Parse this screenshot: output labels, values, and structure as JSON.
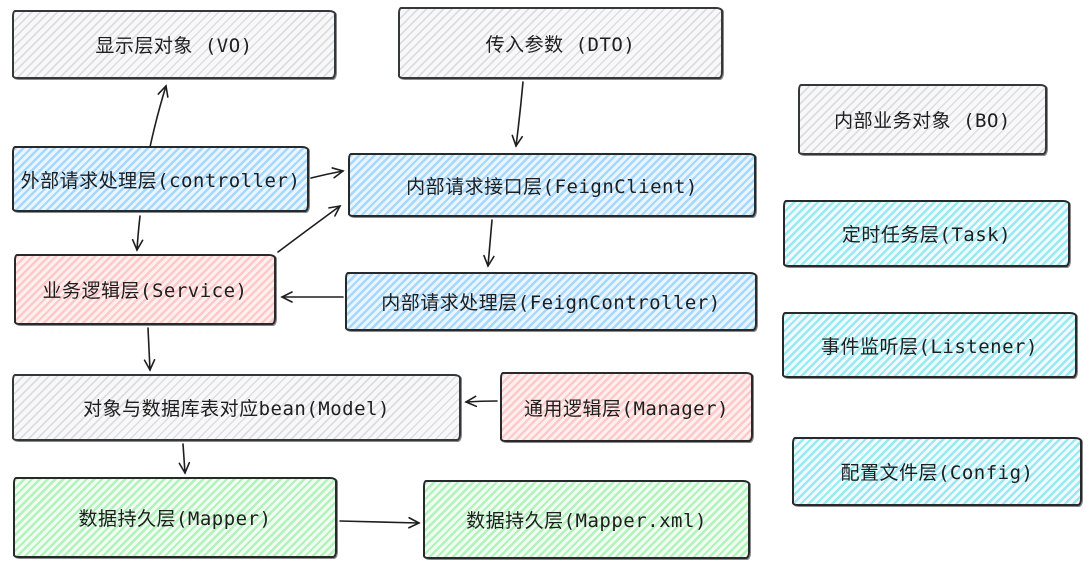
{
  "diagram": {
    "style": "excalidraw-hand-drawn",
    "background_color": "#ffffff",
    "palette": {
      "stroke": "#1e1e1e",
      "gray_fill": "#e9ecef",
      "blue_fill": "#a5d8ff",
      "red_fill": "#ffc9c9",
      "green_fill": "#b2f2bb",
      "cyan_fill": "#99e9f2"
    },
    "nodes": {
      "vo": {
        "label": "显示层对象 (VO)",
        "color": "gray"
      },
      "dto": {
        "label": "传入参数 (DTO)",
        "color": "gray"
      },
      "controller": {
        "label": "外部请求处理层(controller)",
        "color": "blue"
      },
      "feign_client": {
        "label": "内部请求接口层(FeignClient)",
        "color": "blue"
      },
      "service": {
        "label": "业务逻辑层(Service)",
        "color": "red"
      },
      "feign_controller": {
        "label": "内部请求处理层(FeignController)",
        "color": "blue"
      },
      "model": {
        "label": "对象与数据库表对应bean(Model)",
        "color": "gray"
      },
      "manager": {
        "label": "通用逻辑层(Manager)",
        "color": "red"
      },
      "mapper": {
        "label": "数据持久层(Mapper)",
        "color": "green"
      },
      "mapper_xml": {
        "label": "数据持久层(Mapper.xml)",
        "color": "green"
      },
      "bo": {
        "label": "内部业务对象 (BO)",
        "color": "gray"
      },
      "task": {
        "label": "定时任务层(Task)",
        "color": "cyan"
      },
      "listener": {
        "label": "事件监听层(Listener)",
        "color": "cyan"
      },
      "config": {
        "label": "配置文件层(Config)",
        "color": "cyan"
      }
    },
    "edges": [
      {
        "from": "controller",
        "to": "vo"
      },
      {
        "from": "dto",
        "to": "feign_client"
      },
      {
        "from": "controller",
        "to": "feign_client"
      },
      {
        "from": "service",
        "to": "feign_client"
      },
      {
        "from": "feign_client",
        "to": "feign_controller"
      },
      {
        "from": "feign_controller",
        "to": "service"
      },
      {
        "from": "controller",
        "to": "service"
      },
      {
        "from": "service",
        "to": "model"
      },
      {
        "from": "manager",
        "to": "model"
      },
      {
        "from": "model",
        "to": "mapper"
      },
      {
        "from": "mapper",
        "to": "mapper_xml"
      }
    ]
  }
}
